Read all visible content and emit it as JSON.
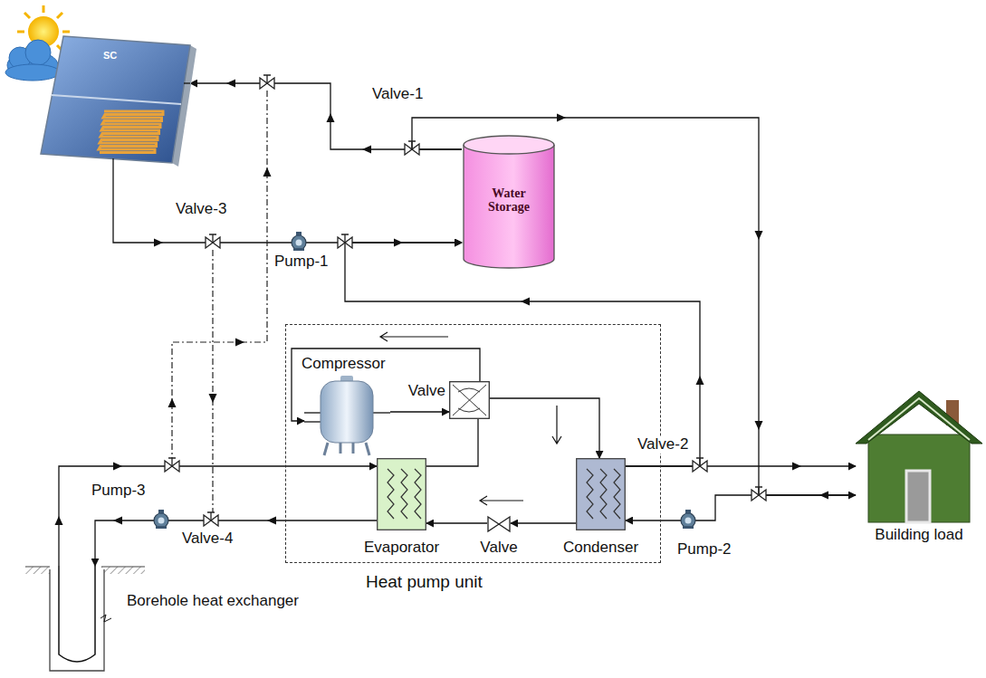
{
  "diagram": {
    "nodes": [
      {
        "text": [
          "SC"
        ]
      },
      {
        "text": [
          "Water Storage"
        ]
      },
      {
        "text": [
          "Heat pump unit"
        ]
      },
      {
        "text": [
          "Compressor"
        ],
        "in": 2
      },
      {
        "text": [
          "Valve"
        ],
        "in": 2
      },
      {
        "text": [
          "Evaporator"
        ],
        "in": 2
      },
      {
        "text": [
          "Valve"
        ],
        "in": 2
      },
      {
        "text": [
          "Condenser"
        ],
        "in": 2
      },
      {
        "text": [
          "Building load"
        ]
      },
      {
        "text": [
          "Borehole heat exchanger"
        ]
      }
    ],
    "edges": [
      {
        "from": 1,
        "to": 0,
        "arrow": "to"
      },
      {
        "from": 0,
        "to": 1,
        "arrow": "to"
      },
      {
        "from": 1,
        "to": 8,
        "arrow": "to"
      },
      {
        "from": 7,
        "to": 8,
        "arrow": "to"
      },
      {
        "from": 8,
        "to": 7,
        "arrow": "to"
      },
      {
        "from": 7,
        "to": 1,
        "arrow": "to"
      },
      {
        "from": 3,
        "to": 4,
        "arrow": "to"
      },
      {
        "from": 4,
        "to": 7,
        "arrow": "to"
      },
      {
        "from": 7,
        "to": 6,
        "arrow": "to"
      },
      {
        "from": 6,
        "to": 5,
        "arrow": "to"
      },
      {
        "from": 5,
        "to": 4,
        "arrow": "none"
      },
      {
        "from": 4,
        "to": 3,
        "arrow": "to"
      },
      {
        "from": 9,
        "to": 5,
        "arrow": "to"
      },
      {
        "from": 5,
        "to": 9,
        "arrow": "to"
      }
    ],
    "labels": [
      "Valve-1",
      "Valve-3",
      "Pump-1",
      "Valve-2",
      "Pump-3",
      "Valve-4",
      "Pump-2"
    ]
  }
}
